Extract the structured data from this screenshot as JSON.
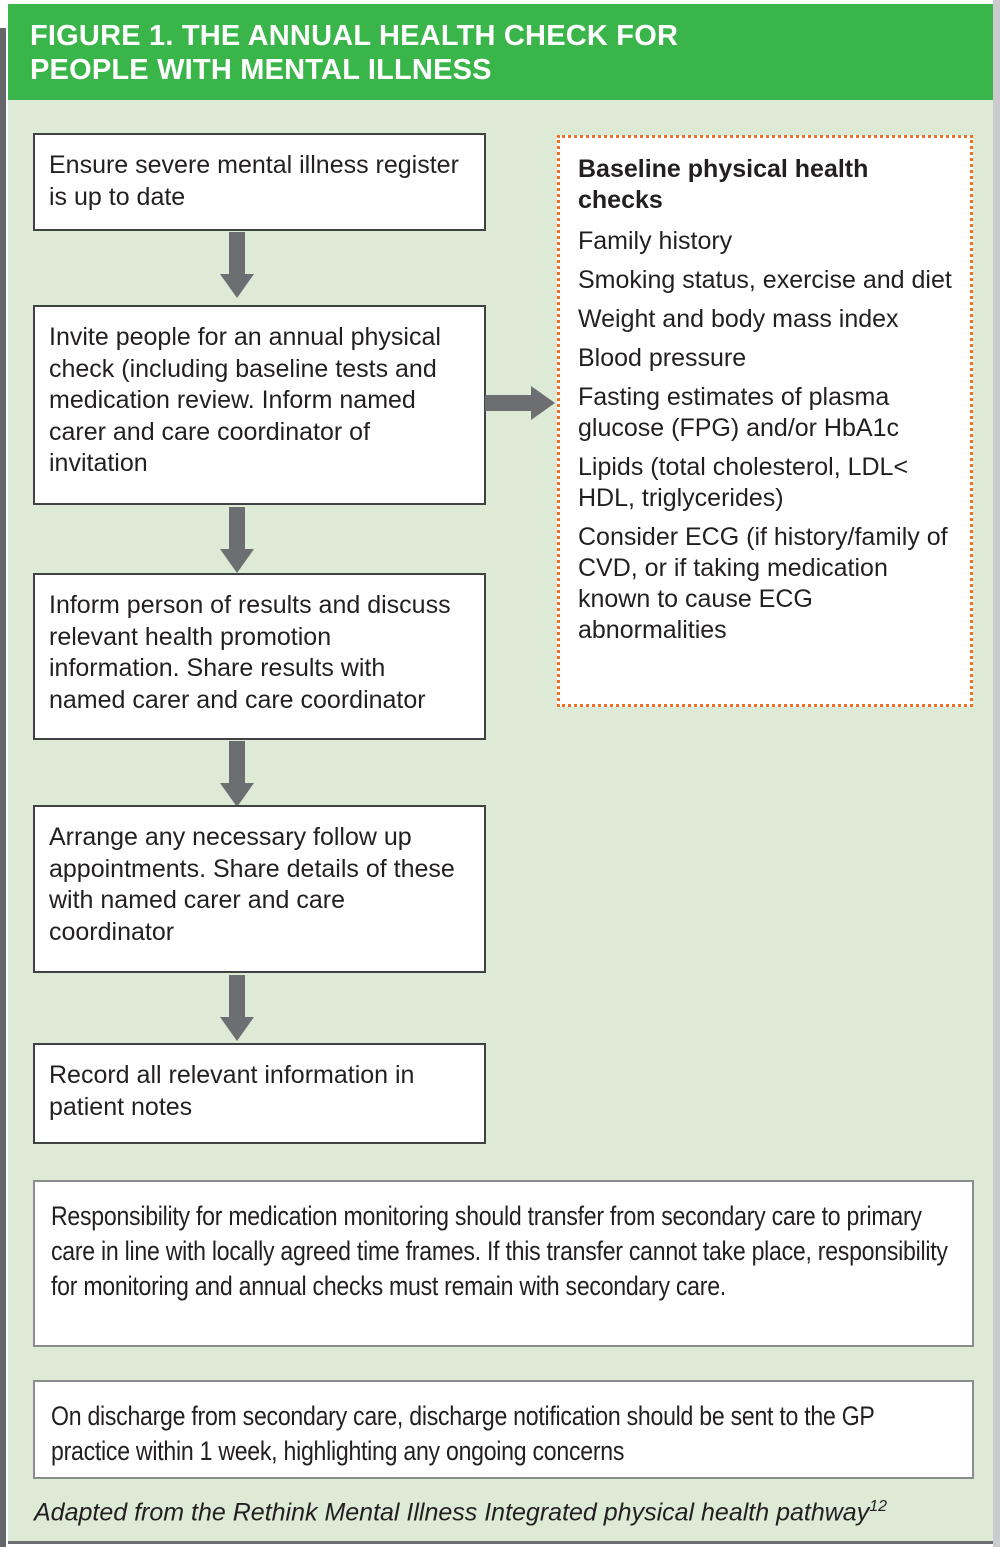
{
  "title_lines": [
    "FIGURE 1. THE ANNUAL HEALTH CHECK FOR",
    "PEOPLE WITH MENTAL ILLNESS"
  ],
  "flow_steps": [
    {
      "text": "Ensure severe mental illness register is up to date"
    },
    {
      "text": "Invite people for an annual physical check (including baseline tests and medication review. Inform named carer and care coordinator of invitation"
    },
    {
      "text": "Inform person of results and discuss relevant health promotion information. Share results with named carer and care coordinator"
    },
    {
      "text": "Arrange any necessary follow up appointments. Share details of these with named carer and care coordinator"
    },
    {
      "text": "Record all relevant information in patient notes"
    }
  ],
  "baseline_box": {
    "heading": "Baseline physical health checks",
    "items": [
      "Family history",
      "Smoking status, exercise and diet",
      "Weight and body mass index",
      "Blood pressure",
      "Fasting estimates of plasma glucose (FPG) and/or HbA1c",
      "Lipids (total cholesterol, LDL< HDL, triglycerides)",
      "Consider ECG (if history/family of CVD, or if taking medication known to cause ECG abnormalities"
    ]
  },
  "notes": [
    "Responsibility for medication monitoring should transfer from secondary care to primary care in line with locally agreed time frames. If this transfer cannot take place, responsibility for monitoring and annual checks must remain with secondary care.",
    "On discharge from secondary care, discharge notification should be sent to the GP practice within 1 week, highlighting any ongoing concerns"
  ],
  "footnote": {
    "text": "Adapted from the Rethink Mental Illness Integrated physical health pathway",
    "reference": "12"
  },
  "icons": {
    "down-arrow": "↓",
    "right-arrow": "→"
  },
  "colors": {
    "header_green": "#3ab54a",
    "panel_green": "#dcead6",
    "box_border": "#3f4143",
    "note_border": "#8a8c8e",
    "arrow_gray": "#6d6e71",
    "dotted_orange": "#f06f24",
    "text": "#231f20",
    "title_text": "#ffffff"
  }
}
